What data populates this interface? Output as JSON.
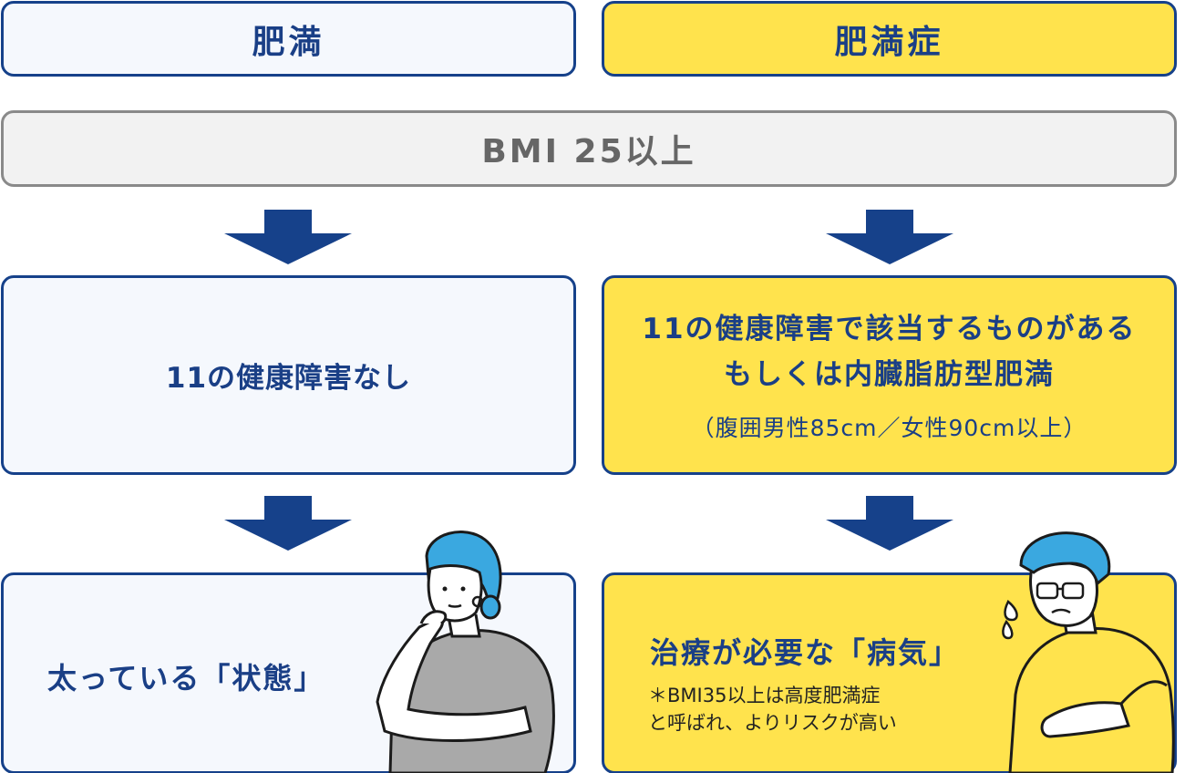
{
  "header": {
    "left_label": "肥満",
    "right_label": "肥満症"
  },
  "criteria": {
    "bmi_label": "BMI 25以上"
  },
  "obesity": {
    "condition": "11の健康障害なし",
    "result": "太っている「状態」"
  },
  "obesity_disease": {
    "condition_line1": "11の健康障害で該当するものがある",
    "condition_line2": "もしくは内臓脂肪型肥満",
    "condition_detail": "（腹囲男性85cm／女性90cm以上）",
    "result": "治療が必要な「病気」",
    "note_line1": "＊BMI35以上は高度肥満症",
    "note_line2": "と呼ばれ、よりリスクが高い"
  },
  "colors": {
    "navy": "#16418a",
    "yellow": "#ffe34d",
    "light_panel": "#f5f8fd",
    "gray_border": "#8a8a8a",
    "hair_blue": "#3aa8e0"
  },
  "icons": [
    "down-arrow-icon",
    "thinking-woman-illustration",
    "sweating-man-illustration"
  ]
}
